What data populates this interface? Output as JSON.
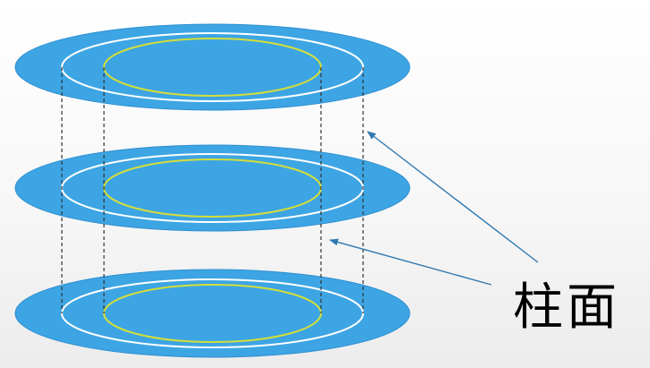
{
  "diagram": {
    "label": "柱面",
    "colors": {
      "disk_fill": "#3DA5E4",
      "disk_edge": "#2E8FD0",
      "track_ring": "#FFFFFF",
      "cylinder_track": "#D4DE3A",
      "dashed_line": "#333333",
      "arrow": "#2F78B0",
      "background": "#F5F5F5"
    },
    "platters": [
      "platter-top",
      "platter-middle",
      "platter-bottom"
    ]
  }
}
